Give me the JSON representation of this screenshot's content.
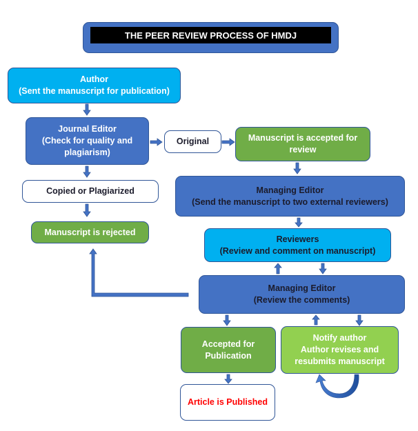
{
  "title": "THE PEER REVIEW PROCESS OF HMDJ",
  "colors": {
    "dark_blue": "#4472C4",
    "cyan": "#00B0F0",
    "dark_green": "#70AD47",
    "light_green": "#92D050",
    "border": "#2F5597",
    "published_text": "#FF0000"
  },
  "nodes": {
    "author": {
      "line1": "Author",
      "line2": "(Sent the manuscript for publication)"
    },
    "journal_editor": {
      "line1": "Journal Editor",
      "line2": "(Check for quality and",
      "line3": "plagiarism)"
    },
    "original": {
      "line1": "Original"
    },
    "accepted_for_review": {
      "line1": "Manuscript is accepted for",
      "line2": "review"
    },
    "copied": {
      "line1": "Copied or Plagiarized"
    },
    "rejected": {
      "line1": "Manuscript is rejected"
    },
    "managing_editor_send": {
      "line1": "Managing Editor",
      "line2": "(Send the manuscript to two external reviewers)"
    },
    "reviewers": {
      "line1": "Reviewers",
      "line2": "(Review and comment on manuscript)"
    },
    "managing_editor_review": {
      "line1": "Managing Editor",
      "line2": "(Review the comments)"
    },
    "accepted_for_publication": {
      "line1": "Accepted for",
      "line2": "Publication"
    },
    "notify_author": {
      "line1": "Notify author",
      "line2": "Author revises and",
      "line3": "resubmits manuscript"
    },
    "published": {
      "line1": "Article is Published"
    }
  }
}
